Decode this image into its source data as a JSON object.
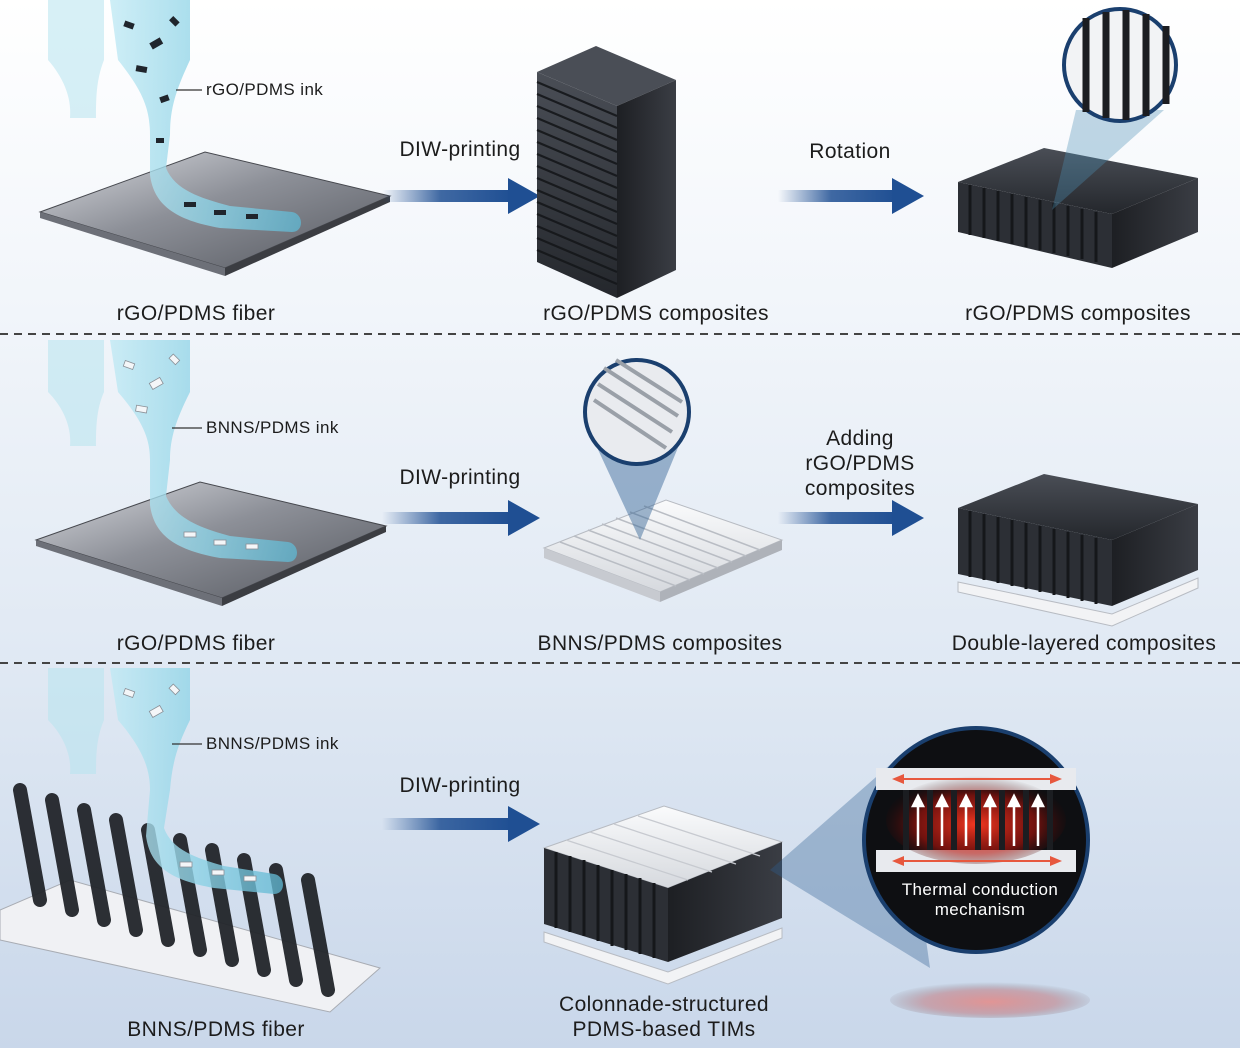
{
  "rows": [
    {
      "ink_label": "rGO/PDMS ink",
      "fiber_label": "rGO/PDMS fiber",
      "arrow1_label": "DIW-printing",
      "middle_label": "rGO/PDMS composites",
      "arrow2_label": "Rotation",
      "right_label": "rGO/PDMS composites"
    },
    {
      "ink_label": "BNNS/PDMS ink",
      "fiber_label": "rGO/PDMS fiber",
      "arrow1_label": "DIW-printing",
      "middle_label": "BNNS/PDMS composites",
      "arrow2_label": "Adding\nrGO/PDMS\ncomposites",
      "right_label": "Double-layered composites"
    },
    {
      "ink_label": "BNNS/PDMS ink",
      "fiber_label": "BNNS/PDMS fiber",
      "arrow1_label": "DIW-printing",
      "middle_label": "Colonnade-structured\nPDMS-based TIMs",
      "inset_label": "Thermal conduction\nmechanism"
    }
  ],
  "colors": {
    "arrow": "#1f4f93",
    "ink": "#8fd3e6",
    "dark_composite": "#2c2f35",
    "white_composite": "#eceef2",
    "heat": "#ff2a1a"
  }
}
